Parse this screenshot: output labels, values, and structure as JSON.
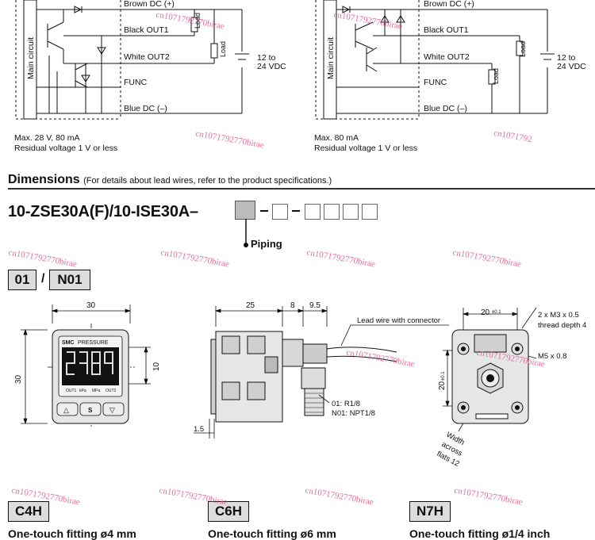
{
  "wiring": {
    "left": {
      "main_circuit": "Main circuit",
      "brown": "Brown  DC (+)",
      "black": "Black  OUT1",
      "white": "White  OUT2",
      "func": "FUNC",
      "blue": "Blue  DC (–)",
      "load1": "Load",
      "load2": "Load",
      "supply1": "12 to",
      "supply2": "24 VDC",
      "note1": "Max. 28 V, 80 mA",
      "note2": "Residual voltage 1 V or less"
    },
    "right": {
      "main_circuit": "Main circuit",
      "brown": "Brown  DC (+)",
      "black": "Black  OUT1",
      "white": "White  OUT2",
      "func": "FUNC",
      "blue": "Blue  DC (–)",
      "load1": "Load",
      "load2": "Load",
      "supply1": "12 to",
      "supply2": "24 VDC",
      "note1": "Max. 80 mA",
      "note2": "Residual voltage 1 V or less"
    }
  },
  "dimensions": {
    "title": "Dimensions",
    "note": "(For details about lead wires, refer to the product specifications.)",
    "model": "10-ZSE30A(F)/10-ISE30A–",
    "piping_label": "Piping",
    "code_a": "01",
    "code_slash": "/",
    "code_b": "N01"
  },
  "front_view": {
    "dim_width": "30",
    "dim_height": "30",
    "dim_display": "10",
    "brand": "SMC",
    "display_label": "PRESSURE",
    "unit_labels": [
      "OUT1",
      "kPa",
      "MPa",
      "OUT2"
    ],
    "button_up": "△",
    "button_set": "S",
    "button_down": "▽"
  },
  "side_view": {
    "dim_body": "25",
    "dim_mid": "8",
    "dim_port": "9.5",
    "dim_bottom": "1.5",
    "lead_wire": "Lead wire with connector",
    "thread1": "01: R1/8",
    "thread2": "N01: NPT1/8"
  },
  "rear_view": {
    "dim_width": "20",
    "dim_width_tol": "±0.1",
    "dim_height": "20",
    "dim_height_tol": "±0.1",
    "screws": "2 x M3 x 0.5",
    "thread_depth": "thread depth 4",
    "m5": "M5 x 0.8",
    "flats1": "Width",
    "flats2": "across",
    "flats3": "flats 12"
  },
  "fittings": [
    {
      "code": "C4H",
      "title": "One-touch fitting ø4 mm"
    },
    {
      "code": "C6H",
      "title": "One-touch fitting ø6 mm"
    },
    {
      "code": "N7H",
      "title": "One-touch fitting ø1/4 inch"
    }
  ],
  "watermark": "cn1071792770birae",
  "watermark_short": "cn1071792"
}
